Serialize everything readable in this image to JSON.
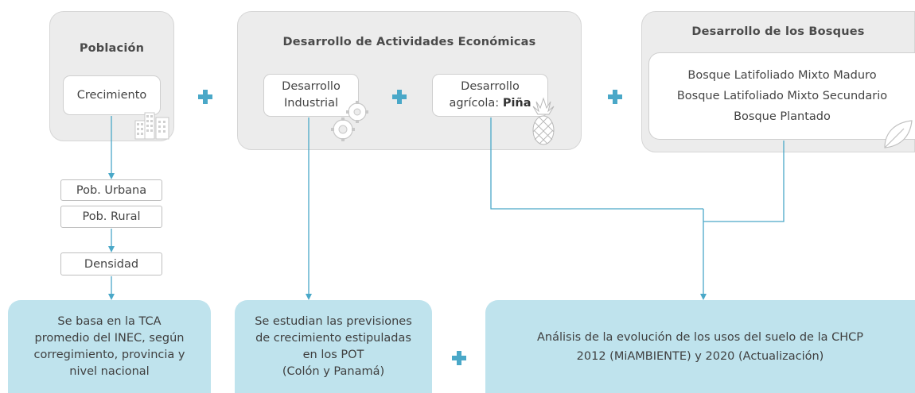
{
  "poblacion": {
    "title": "Población",
    "crecimiento": "Crecimiento",
    "steps": [
      "Pob. Urbana",
      "Pob. Rural",
      "Densidad"
    ],
    "result": [
      "Se basa en la TCA",
      "promedio del INEC, según",
      "corregimiento, provincia y",
      "nivel nacional"
    ]
  },
  "economicas": {
    "title": "Desarrollo de Actividades Económicas",
    "industrial": [
      "Desarrollo",
      "Industrial"
    ],
    "agricola_line1": "Desarrollo",
    "agricola_line2_prefix": "agrícola: ",
    "agricola_line2_bold": "Piña",
    "result": [
      "Se estudian las previsiones",
      "de crecimiento estipuladas",
      "en los POT",
      "(Colón y Panamá)"
    ]
  },
  "bosques": {
    "title": "Desarrollo de los Bosques",
    "items": [
      "Bosque Latifoliado Mixto Maduro",
      "Bosque Latifoliado Mixto Secundario",
      "Bosque Plantado"
    ]
  },
  "analisis": {
    "text": [
      "Análisis de la evolución de los usos del suelo de la CHCP",
      "2012 (MiAMBIENTE) y 2020 (Actualización)"
    ]
  },
  "colors": {
    "panel": "#ececec",
    "result_box": "#bfe3ed",
    "plus": "#4aa8c8",
    "connector": "#4aa8c8"
  },
  "icons": [
    "buildings-icon",
    "gears-icon",
    "pineapple-icon",
    "leaf-icon",
    "plus-icon",
    "arrow-down-icon"
  ]
}
